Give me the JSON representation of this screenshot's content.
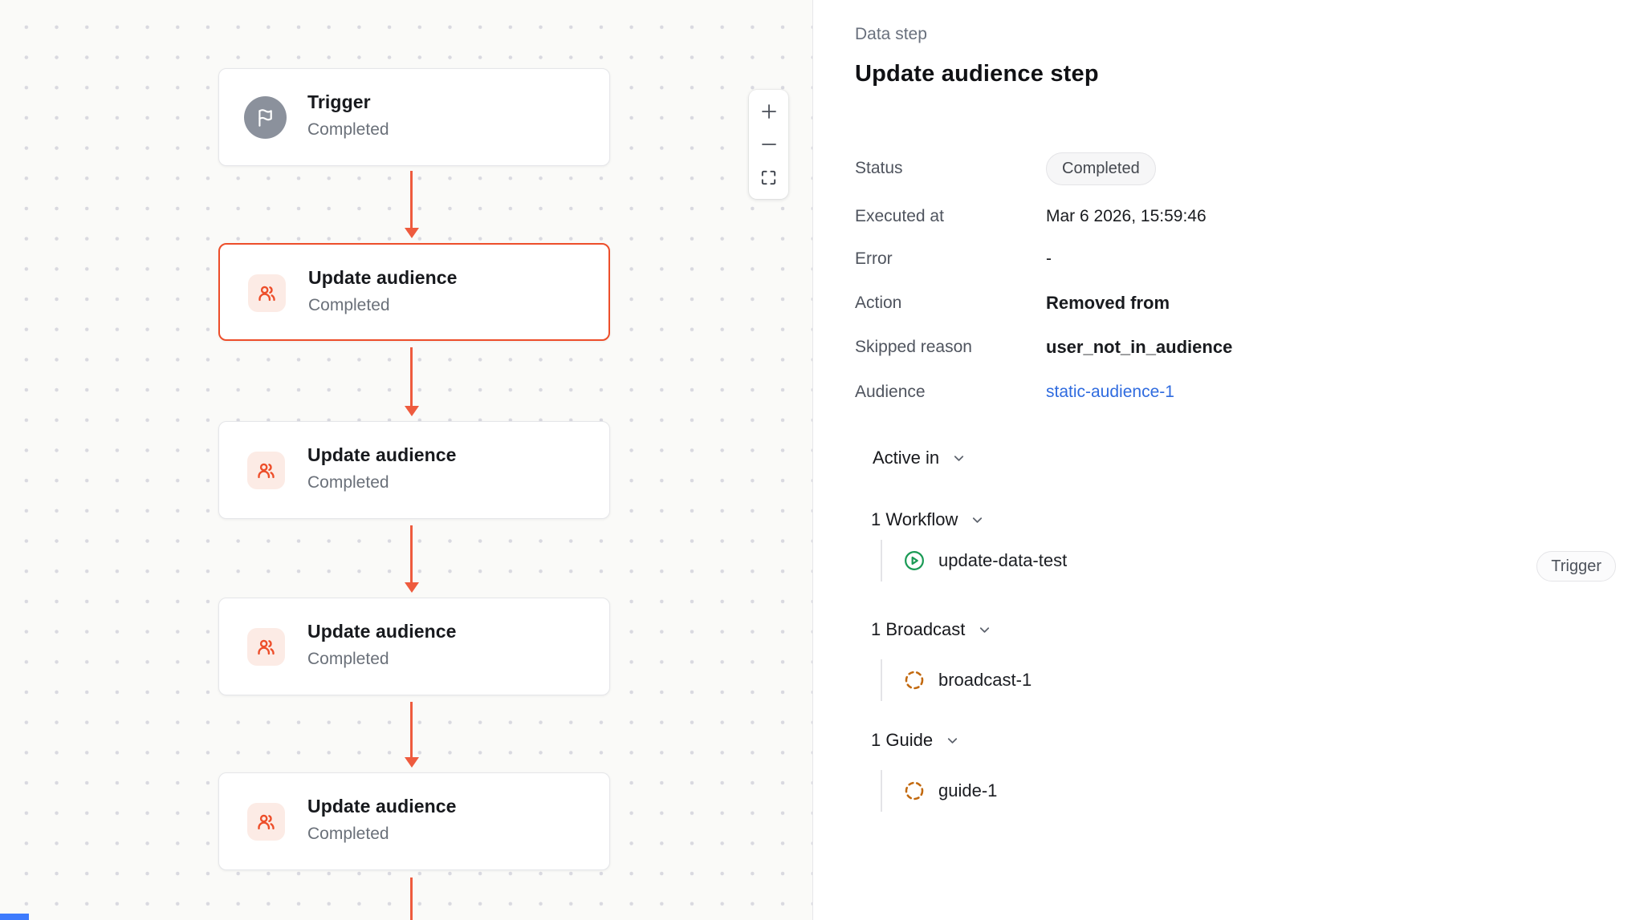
{
  "canvas": {
    "nodes": [
      {
        "title": "Trigger",
        "status": "Completed",
        "icon": "flag-icon",
        "selected": false
      },
      {
        "title": "Update audience",
        "status": "Completed",
        "icon": "users-icon",
        "selected": true
      },
      {
        "title": "Update audience",
        "status": "Completed",
        "icon": "users-icon",
        "selected": false
      },
      {
        "title": "Update audience",
        "status": "Completed",
        "icon": "users-icon",
        "selected": false
      },
      {
        "title": "Update audience",
        "status": "Completed",
        "icon": "users-icon",
        "selected": false
      }
    ],
    "zoom_controls": {
      "buttons": [
        {
          "icon": "plus-icon",
          "action": "zoom-in"
        },
        {
          "icon": "minus-icon",
          "action": "zoom-out"
        },
        {
          "icon": "fullscreen-icon",
          "action": "fit-view"
        }
      ]
    },
    "edge_color": "#ee5b3e"
  },
  "panel": {
    "eyebrow": "Data step",
    "title": "Update audience step",
    "fields": [
      {
        "label": "Status",
        "value": "Completed"
      },
      {
        "label": "Executed at",
        "value": "Mar 6 2026, 15:59:46"
      },
      {
        "label": "Error",
        "value": "-"
      },
      {
        "label": "Action",
        "value": "Removed from"
      },
      {
        "label": "Skipped reason",
        "value": "user_not_in_audience"
      },
      {
        "label": "Audience",
        "value": "static-audience-1"
      }
    ],
    "active_in": {
      "label": "Active in",
      "groups": [
        {
          "label": "1 Workflow",
          "item": "update-data-test",
          "item_icon": "play-circle-icon",
          "item_badge": "Trigger"
        },
        {
          "label": "1 Broadcast",
          "item": "broadcast-1",
          "item_icon": "dashed-circle-icon"
        },
        {
          "label": "1 Guide",
          "item": "guide-1",
          "item_icon": "dashed-circle-icon"
        }
      ]
    }
  },
  "colors": {
    "accent": "#ed4e2a",
    "arrow": "#ee5b3e",
    "link": "#2f6bdf",
    "icon_green": "#1a9a55",
    "icon_amber": "#c2690f",
    "node_icon_bg": "#fcebe5",
    "trigger_icon_bg": "#8b919c"
  }
}
